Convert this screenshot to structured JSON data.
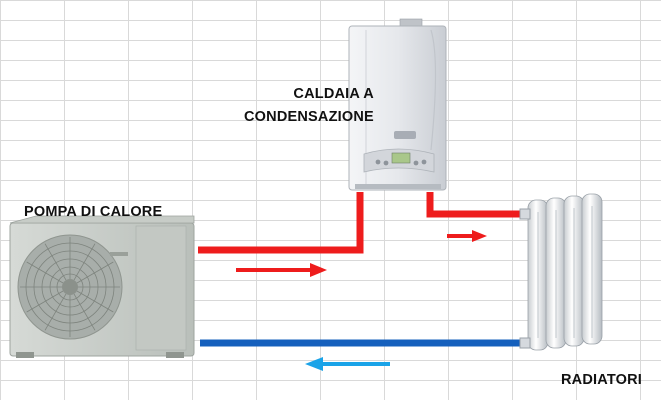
{
  "labels": {
    "boiler_line1": "CALDAIA A",
    "boiler_line2": "CONDENSAZIONE",
    "heat_pump": "POMPA DI CALORE",
    "radiators": "RADIATORI"
  },
  "colors": {
    "supply_pipe": "#ee1c1c",
    "return_pipe": "#1560bd",
    "supply_arrow": "#ee1c1c",
    "return_arrow": "#1aa3e8",
    "grid_line": "#d9d9d9"
  },
  "icons": [
    "condensing-boiler",
    "heat-pump-outdoor-unit",
    "radiator"
  ]
}
